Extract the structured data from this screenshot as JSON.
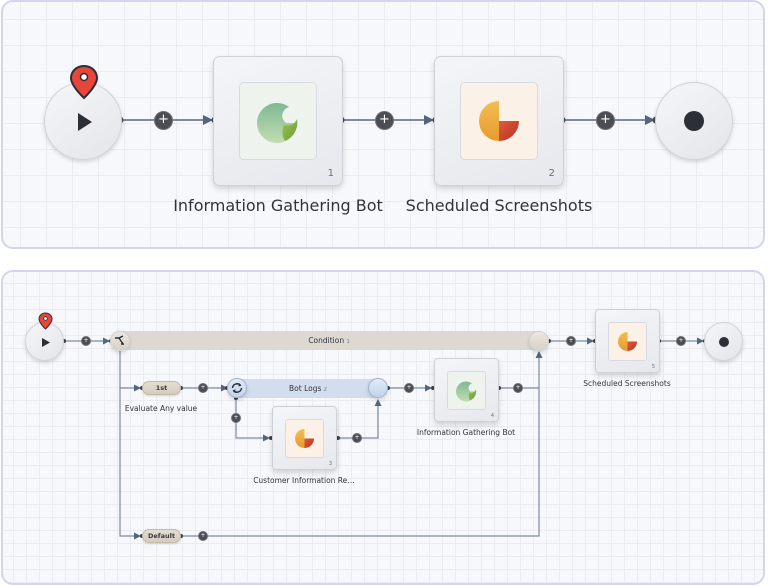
{
  "top_flow": {
    "start_node": {
      "icon": "play-icon",
      "marker": "location-pin-icon"
    },
    "nodes": [
      {
        "label": "Information Gathering Bot",
        "step": "1",
        "icon": "green-crescent-bot-icon",
        "icon_bg": "#eef3ee"
      },
      {
        "label": "Scheduled Screenshots",
        "step": "2",
        "icon": "orange-pie-icon",
        "icon_bg": "#fbf1e7"
      }
    ],
    "add_buttons": [
      "+",
      "+",
      "+"
    ],
    "end_node": {
      "icon": "stop-dot-icon"
    }
  },
  "bottom_flow": {
    "condition": {
      "label": "Condition",
      "step": "1",
      "icon": "branch-icon"
    },
    "branches": [
      {
        "label": "1st",
        "caption": "Evaluate Any value"
      },
      {
        "label": "Default"
      }
    ],
    "loop": {
      "label": "Bot Logs",
      "step": "2",
      "icon": "refresh-loop-icon"
    },
    "nodes": [
      {
        "label": "Customer Information Re…",
        "step": "3",
        "icon": "orange-pie-icon"
      },
      {
        "label": "Information Gathering Bot",
        "step": "4",
        "icon": "green-crescent-bot-icon"
      },
      {
        "label": "Scheduled Screenshots",
        "step": "5",
        "icon": "orange-pie-icon"
      }
    ],
    "add_button": "+"
  },
  "colors": {
    "panel_border": "#d4d4ef",
    "wire": "#6c7a91",
    "condition_band": "#ddd9d2",
    "loop_band": "#d2deed",
    "pin": "#e8463a",
    "green_icon": "#8dbf6a",
    "orange_icon": "#f0a93a",
    "red_icon": "#c83a2a"
  }
}
